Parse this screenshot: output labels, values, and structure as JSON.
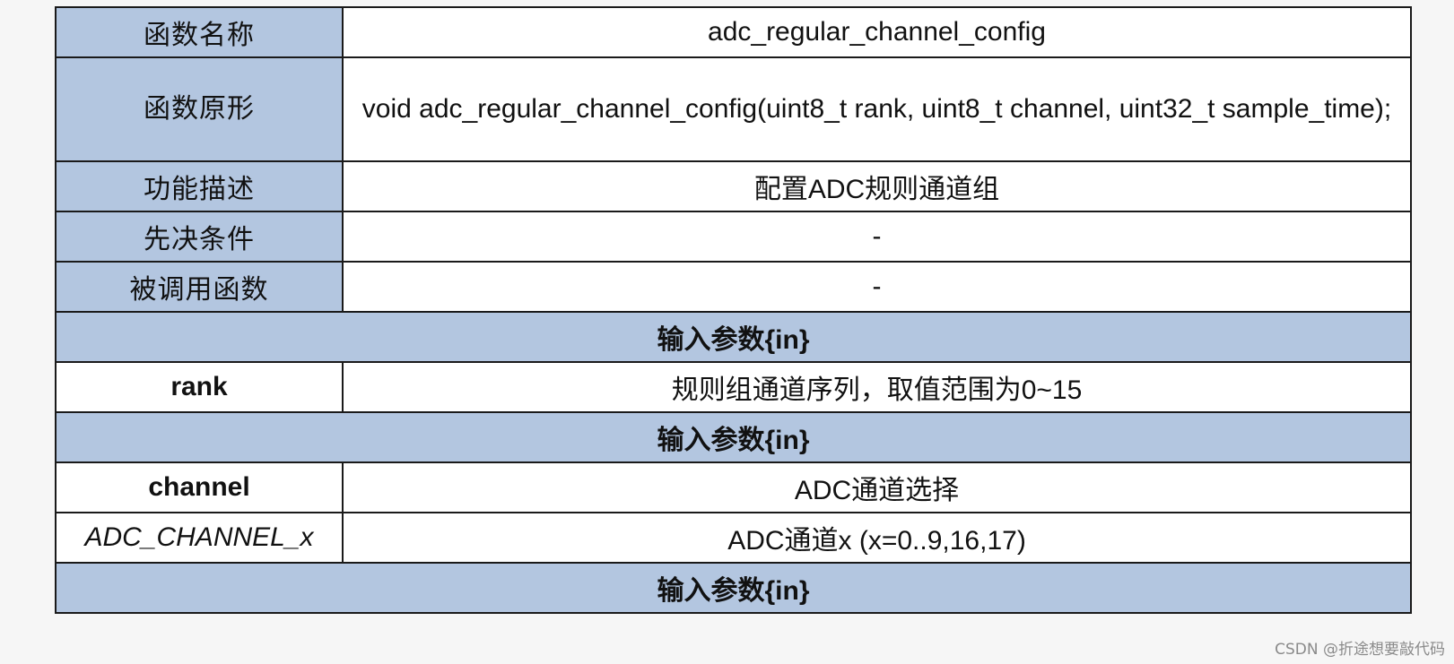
{
  "rows": {
    "function_name": {
      "label": "函数名称",
      "value": "adc_regular_channel_config"
    },
    "prototype": {
      "label": "函数原形",
      "value": "void adc_regular_channel_config(uint8_t rank, uint8_t channel, uint32_t sample_time);"
    },
    "description": {
      "label": "功能描述",
      "value": "配置ADC规则通道组"
    },
    "precondition": {
      "label": "先决条件",
      "value": "-"
    },
    "called_functions": {
      "label": "被调用函数",
      "value": "-"
    }
  },
  "sections": [
    {
      "title": "输入参数{in}"
    },
    {
      "title": "输入参数{in}"
    },
    {
      "title": "输入参数{in}"
    }
  ],
  "params": {
    "rank": {
      "name": "rank",
      "desc": "规则组通道序列，取值范围为0~15"
    },
    "channel": {
      "name": "channel",
      "desc": "ADC通道选择"
    },
    "adc_channel_x": {
      "name": "ADC_CHANNEL_x",
      "desc": "ADC通道x (x=0..9,16,17)"
    }
  },
  "watermark": "CSDN @折途想要敲代码"
}
